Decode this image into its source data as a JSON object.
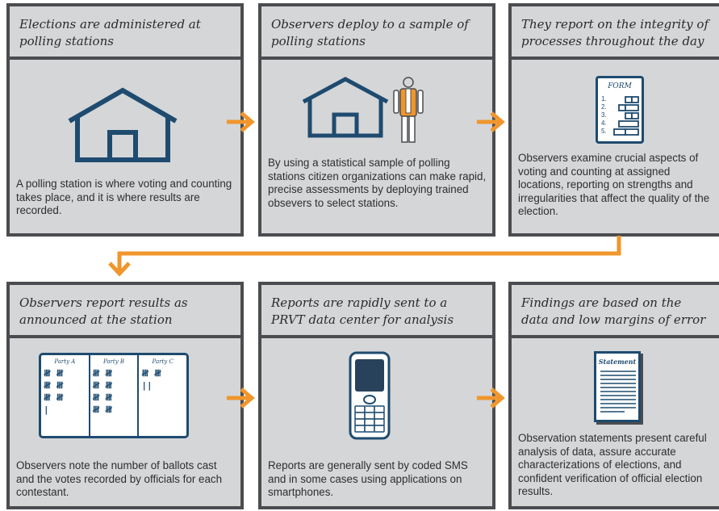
{
  "colors": {
    "navy": "#1e4b6f",
    "orange": "#f0962c",
    "panel": "#d5d6d8",
    "border": "#4b4c4f"
  },
  "steps": [
    {
      "title": "Elections are administered at polling stations",
      "description": "A polling station is where voting and counting takes place, and it is where results are recorded.",
      "icon": "house-icon"
    },
    {
      "title": "Observers deploy to a sample of polling stations",
      "description": "By using a statistical sample of polling stations citizen organizations can make rapid, precise assessments by deploying trained obsevers to select stations.",
      "icon": "house-observer-icon"
    },
    {
      "title": "They report on the integrity of processes throughout the day",
      "description": "Observers examine crucial aspects of voting and counting at assigned locations, reporting on strengths and irregularities that affect the quality of the election.",
      "icon": "form-icon",
      "form_label": "FORM",
      "form_numbers": [
        "1.",
        "2.",
        "3.",
        "4.",
        "5."
      ]
    },
    {
      "title": "Observers report results as announced at the station",
      "description": "Observers note the number of ballots cast and the votes recorded by officials for each contestant.",
      "icon": "tally-sheet-icon",
      "parties": [
        "Party A",
        "Party B",
        "Party C"
      ],
      "tallies": {
        "a": [
          "𝍸 𝍸",
          "𝍸 𝍸",
          "𝍸 𝍸",
          "|"
        ],
        "b": [
          "𝍸 𝍸",
          "𝍸 𝍸",
          "𝍸 𝍸",
          "𝍸 𝍸"
        ],
        "c": [
          "𝍸 𝍸",
          "||"
        ]
      }
    },
    {
      "title": "Reports are rapidly sent to a PRVT data center for analysis",
      "description": "Reports are generally sent by coded SMS and in some cases using applications on smartphones.",
      "icon": "mobile-phone-icon"
    },
    {
      "title": "Findings are based on the data and low margins of error",
      "description": "Observation statements present careful analysis of data, assure accurate characterizations of elections, and confident verification of official election results.",
      "icon": "statement-document-icon",
      "doc_label": "Statement"
    }
  ]
}
